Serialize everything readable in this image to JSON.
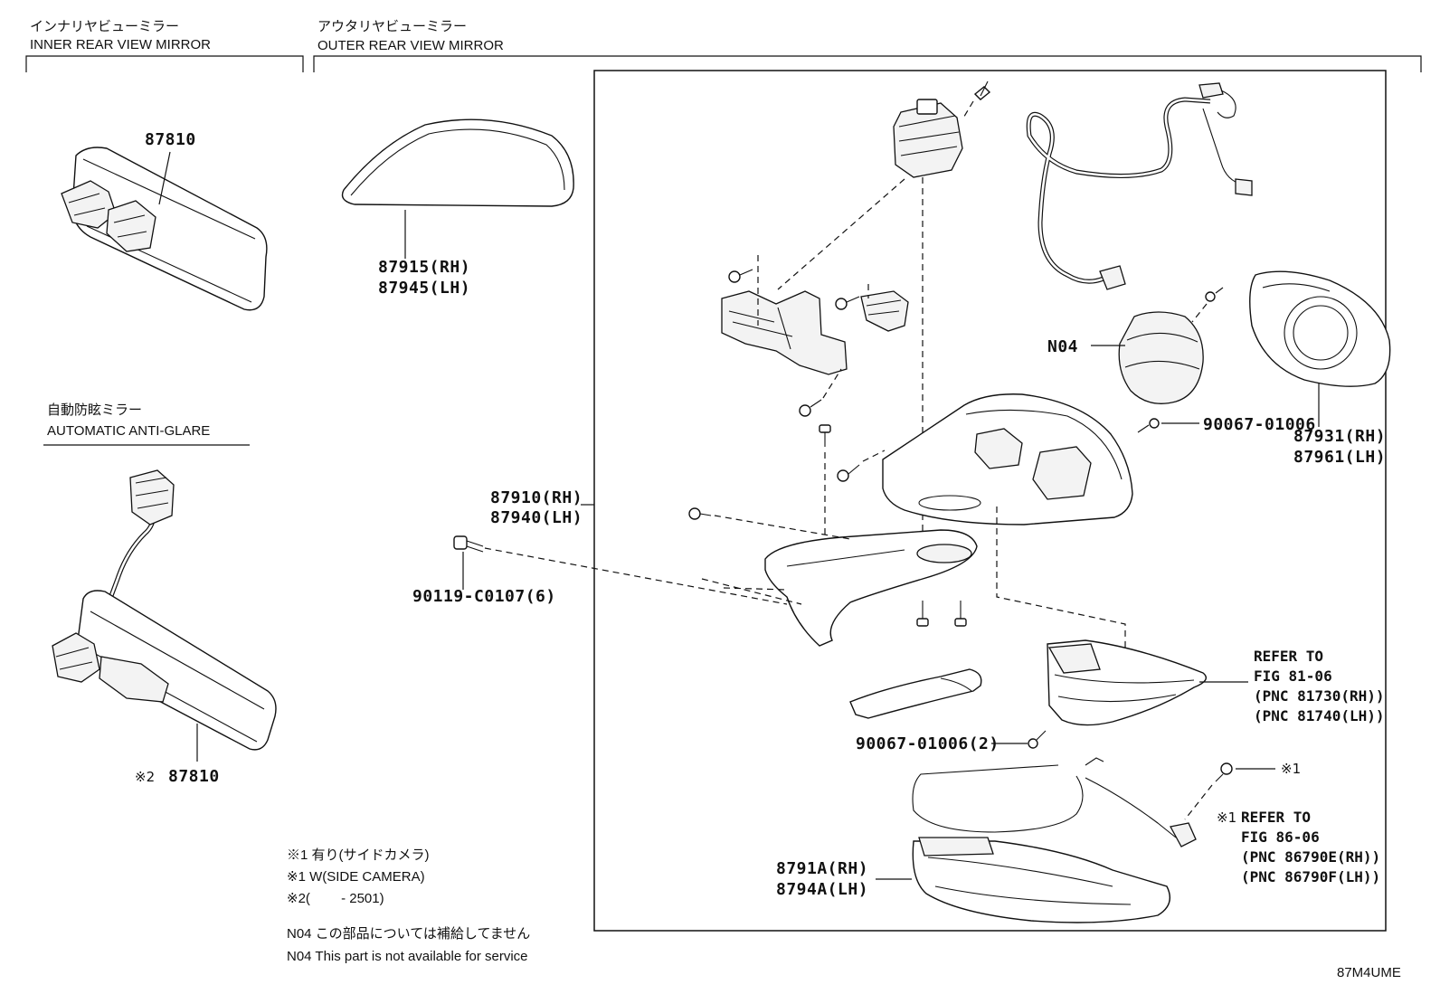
{
  "sections": {
    "inner": {
      "title_jp": "インナリヤビューミラー",
      "title_en": "INNER REAR VIEW MIRROR"
    },
    "outer": {
      "title_jp": "アウタリヤビューミラー",
      "title_en": "OUTER REAR VIEW MIRROR"
    },
    "antiglare": {
      "title_jp": "自動防眩ミラー",
      "title_en": "AUTOMATIC ANTI-GLARE"
    }
  },
  "parts": {
    "p87810_top": "87810",
    "p87810_bottom_mark": "※2",
    "p87810_bottom": "87810",
    "p87915": "87915(RH)",
    "p87945": "87945(LH)",
    "p87910": "87910(RH)",
    "p87940": "87940(LH)",
    "p90119": "90119-C0107(6)",
    "n04": "N04",
    "p90067_a": "90067-01006",
    "p87931": "87931(RH)",
    "p87961": "87961(LH)",
    "p90067_b": "90067-01006(2)",
    "p8791a": "8791A(RH)",
    "p8794a": "8794A(LH)",
    "mark1_top": "※1"
  },
  "references": {
    "fig81": {
      "line1": "REFER TO",
      "line2": "FIG 81-06",
      "line3": "(PNC 81730(RH))",
      "line4": "(PNC 81740(LH))"
    },
    "fig86": {
      "mark": "※1",
      "line1": "REFER TO",
      "line2": "FIG 86-06",
      "line3": "(PNC 86790E(RH))",
      "line4": "(PNC 86790F(LH))"
    }
  },
  "notes": [
    "※1 有り(サイドカメラ)",
    "※1 W(SIDE CAMERA)",
    "※2(　　 - 2501)",
    "N04 この部品については補給してません",
    "N04 This part is not available for service"
  ],
  "diagram_code": "87M4UME",
  "icons": [
    "inner-mirror-icon",
    "antiglare-mirror-icon",
    "mirror-glass-icon",
    "mirror-motor-icon",
    "harness-icon",
    "base-bracket-icon",
    "mirror-housing-icon",
    "turn-signal-icon",
    "side-camera-icon",
    "mirror-cover-icon",
    "screw-icon"
  ]
}
